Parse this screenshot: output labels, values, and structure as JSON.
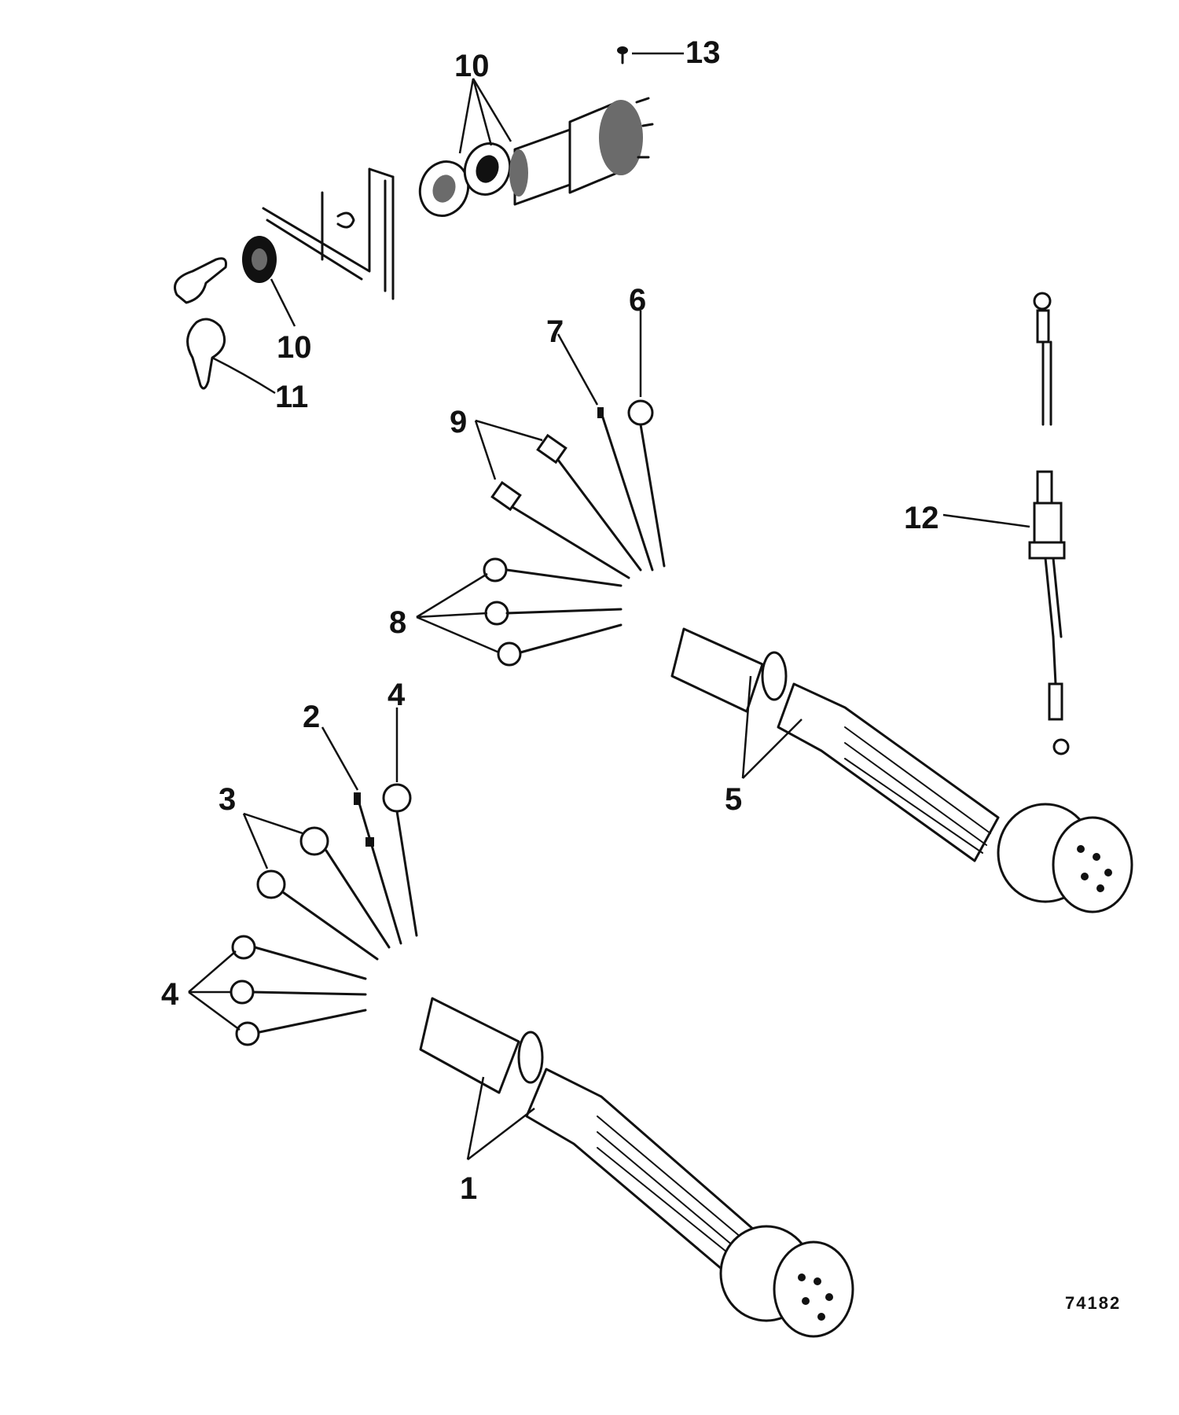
{
  "callouts": {
    "c1": "1",
    "c2": "2",
    "c3": "3",
    "c4a": "4",
    "c4b": "4",
    "c5": "5",
    "c6": "6",
    "c7": "7",
    "c8": "8",
    "c9": "9",
    "c10a": "10",
    "c10b": "10",
    "c11": "11",
    "c12": "12",
    "c13": "13"
  },
  "figure_number": "74182"
}
